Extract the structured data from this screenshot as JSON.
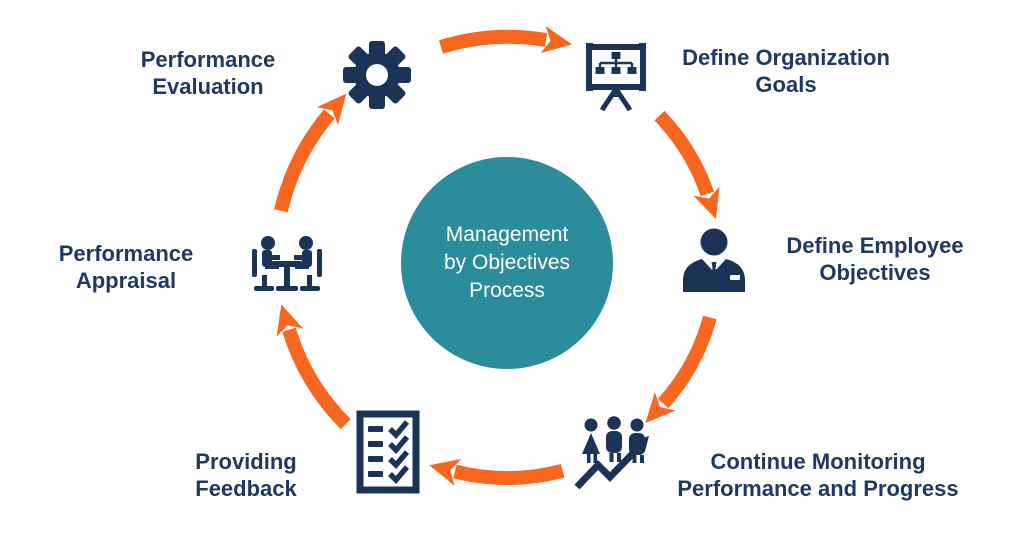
{
  "title": "Management by Objectives Process",
  "colors": {
    "teal": "#2b8c9b",
    "orange": "#f8671f",
    "navy": "#1f3864",
    "icon_navy": "#1b3356"
  },
  "center": {
    "lines": [
      "Management",
      "by Objectives",
      "Process"
    ]
  },
  "steps": [
    {
      "label_lines": [
        "Define Organization",
        "Goals"
      ],
      "icon": "presentation-board-icon"
    },
    {
      "label_lines": [
        "Define Employee",
        "Objectives"
      ],
      "icon": "businessman-icon"
    },
    {
      "label_lines": [
        "Continue Monitoring",
        "Performance and Progress"
      ],
      "icon": "team-growth-icon"
    },
    {
      "label_lines": [
        "Providing",
        "Feedback"
      ],
      "icon": "checklist-icon"
    },
    {
      "label_lines": [
        "Performance",
        "Appraisal"
      ],
      "icon": "meeting-icon"
    },
    {
      "label_lines": [
        "Performance",
        "Evaluation"
      ],
      "icon": "gear-icon"
    }
  ],
  "flow": {
    "direction": "clockwise",
    "arrow_color": "#f8671f"
  }
}
